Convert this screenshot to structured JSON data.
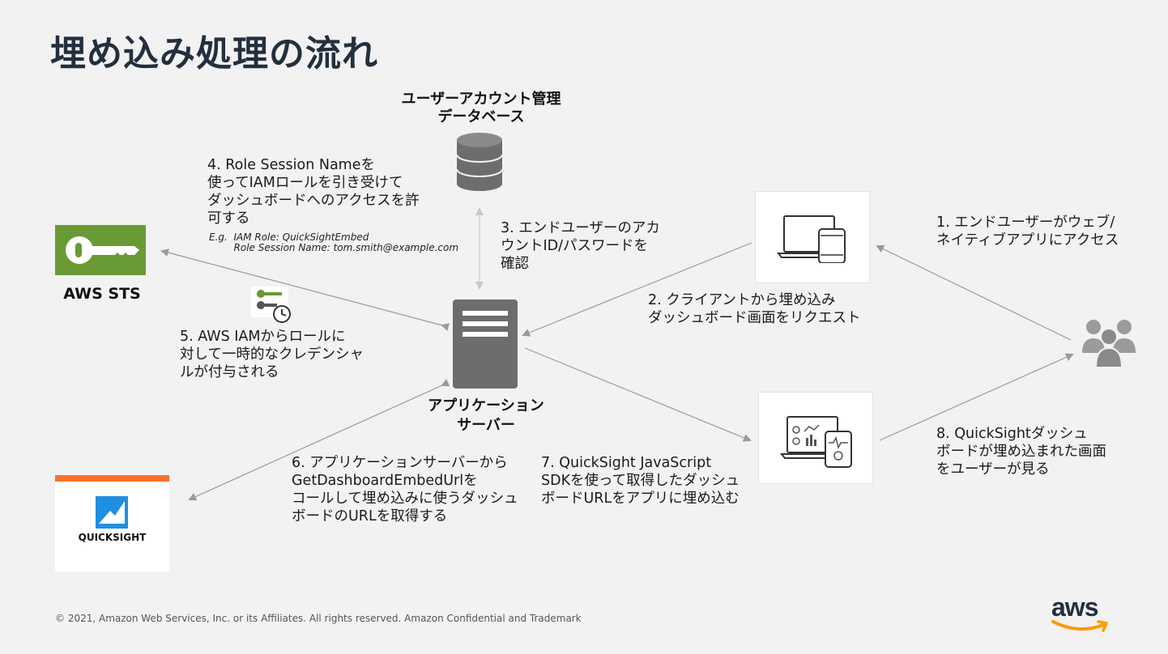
{
  "title": "埋め込み処理の流れ",
  "nodes": {
    "user_db": "ユーザーアカウント管理\nデータベース",
    "aws_sts": "AWS STS",
    "app_server": "アプリケーション\nサーバー",
    "quicksight_logo": "QUICKSIGHT",
    "aws_logo": "aws"
  },
  "steps": {
    "s1": "1. エンドユーザーがウェブ/\nネイティブアプリにアクセス",
    "s2": "2. クライアントから埋め込み\nダッシュボード画面をリクエスト",
    "s3": "3. エンドユーザーのアカ\nウントID/パスワードを\n確認",
    "s4": "4. Role Session Nameを\n使ってIAMロールを引き受けて\nダッシュボードへのアクセスを許\n可する",
    "s4_example": "E.g.  IAM Role: QuickSightEmbed\n        Role Session Name: tom.smith@example.com",
    "s5": "5. AWS IAMからロールに\n対して一時的なクレデンシャ\nルが付与される",
    "s6": "6. アプリケーションサーバーから\nGetDashboardEmbedUrlを\nコールして埋め込みに使うダッシュ\nボードのURLを取得する",
    "s7": "7. QuickSight JavaScript\nSDKを使って取得したダッシュ\nボードURLをアプリに埋め込む",
    "s8": "8. QuickSightダッシュ\nボードが埋め込まれた画面\nをユーザーが見る"
  },
  "footer": "© 2021, Amazon Web Services, Inc. or its Affiliates. All rights reserved. Amazon Confidential and Trademark",
  "colors": {
    "background": "#f1f2f1",
    "title": "#232f3e",
    "sts_green": "#6a9a34",
    "server_gray": "#6d6d6d",
    "quicksight_orange": "#f9712b",
    "quicksight_blue": "#1f8fe0",
    "aws_orange": "#ff9900",
    "arrow": "#9a9a9a"
  }
}
